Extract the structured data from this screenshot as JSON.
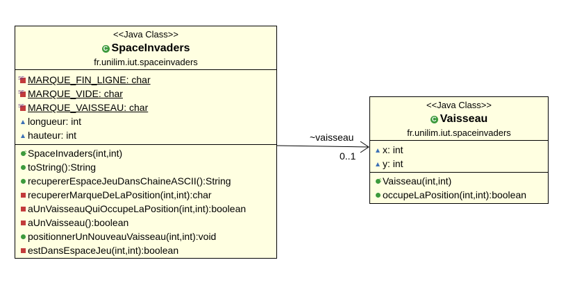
{
  "space_invaders": {
    "stereotype": "<<Java Class>>",
    "name": "SpaceInvaders",
    "package": "fr.unilim.iut.spaceinvaders",
    "attributes": [
      {
        "text": "MARQUE_FIN_LIGNE: char",
        "icon": "static-final-private-icon",
        "static": true
      },
      {
        "text": "MARQUE_VIDE: char",
        "icon": "static-final-private-icon",
        "static": true
      },
      {
        "text": "MARQUE_VAISSEAU: char",
        "icon": "static-final-private-icon",
        "static": true
      },
      {
        "text": "longueur: int",
        "icon": "package-field-icon",
        "static": false
      },
      {
        "text": "hauteur: int",
        "icon": "package-field-icon",
        "static": false
      }
    ],
    "methods": [
      {
        "text": "SpaceInvaders(int,int)",
        "icon": "constructor-icon"
      },
      {
        "text": "toString():String",
        "icon": "public-method-icon"
      },
      {
        "text": "recupererEspaceJeuDansChaineASCII():String",
        "icon": "public-method-icon"
      },
      {
        "text": "recupererMarqueDeLaPosition(int,int):char",
        "icon": "private-method-icon"
      },
      {
        "text": "aUnVaisseauQuiOccupeLaPosition(int,int):boolean",
        "icon": "private-method-icon"
      },
      {
        "text": "aUnVaisseau():boolean",
        "icon": "private-method-icon"
      },
      {
        "text": "positionnerUnNouveauVaisseau(int,int):void",
        "icon": "public-method-icon"
      },
      {
        "text": "estDansEspaceJeu(int,int):boolean",
        "icon": "private-method-icon"
      }
    ]
  },
  "vaisseau": {
    "stereotype": "<<Java Class>>",
    "name": "Vaisseau",
    "package": "fr.unilim.iut.spaceinvaders",
    "attributes": [
      {
        "text": "x: int",
        "icon": "package-field-icon"
      },
      {
        "text": "y: int",
        "icon": "package-field-icon"
      }
    ],
    "methods": [
      {
        "text": "Vaisseau(int,int)",
        "icon": "constructor-icon"
      },
      {
        "text": "occupeLaPosition(int,int):boolean",
        "icon": "public-method-icon"
      }
    ]
  },
  "association": {
    "role": "~vaisseau",
    "multiplicity": "0..1"
  },
  "colors": {
    "class_fill": "#ffffe1",
    "class_icon": "#3c9a3c",
    "private_icon": "#c23b3b",
    "package_icon": "#3b6fb5"
  }
}
